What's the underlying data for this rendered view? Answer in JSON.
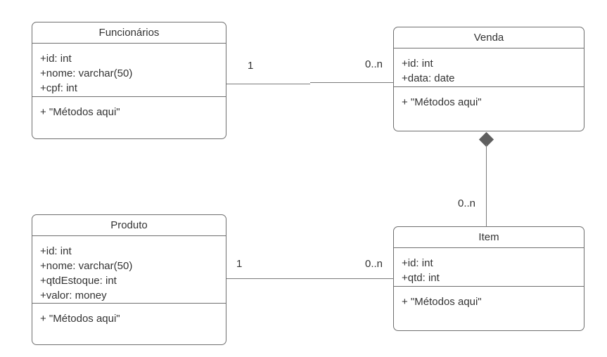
{
  "diagram": {
    "type": "uml-class-diagram",
    "background_color": "#ffffff",
    "line_color": "#6e6e6e",
    "text_color": "#333333",
    "diamond_color": "#5f5f5f",
    "classes": [
      {
        "id": "funcionarios",
        "name": "Funcionários",
        "attributes": [
          "+id: int",
          "+nome: varchar(50)",
          "+cpf: int"
        ],
        "methods": [
          "+ \"Métodos aqui\""
        ]
      },
      {
        "id": "venda",
        "name": "Venda",
        "attributes": [
          "+id: int",
          "+data: date"
        ],
        "methods": [
          "+ \"Métodos aqui\""
        ]
      },
      {
        "id": "produto",
        "name": "Produto",
        "attributes": [
          "+id: int",
          "+nome: varchar(50)",
          "+qtdEstoque: int",
          "+valor: money"
        ],
        "methods": [
          "+ \"Métodos aqui\""
        ]
      },
      {
        "id": "item",
        "name": "Item",
        "attributes": [
          "+id: int",
          "+qtd: int"
        ],
        "methods": [
          "+ \"Métodos aqui\""
        ]
      }
    ],
    "relationships": [
      {
        "id": "funcionarios-venda",
        "kind": "association",
        "source": "Funcionários",
        "target": "Venda",
        "source_multiplicity": "1",
        "target_multiplicity": "0..n"
      },
      {
        "id": "venda-item",
        "kind": "composition",
        "source": "Venda",
        "target": "Item",
        "source_multiplicity": "",
        "target_multiplicity": "0..n"
      },
      {
        "id": "produto-item",
        "kind": "association",
        "source": "Produto",
        "target": "Item",
        "source_multiplicity": "1",
        "target_multiplicity": "0..n"
      }
    ]
  }
}
